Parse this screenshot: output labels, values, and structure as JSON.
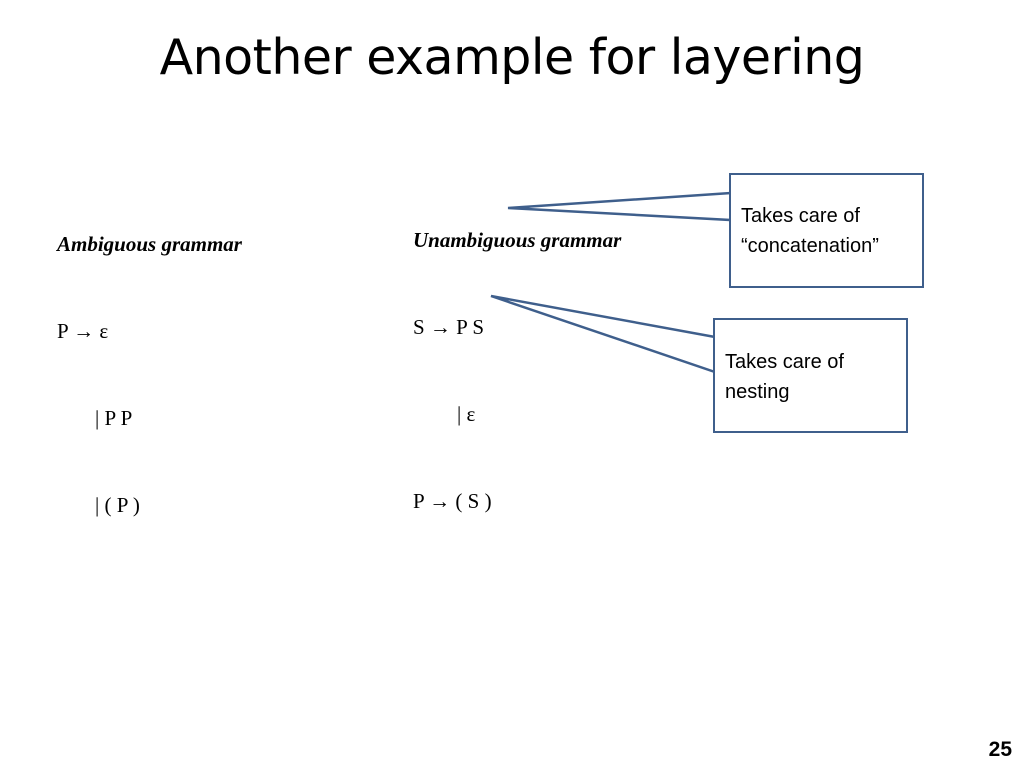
{
  "slide": {
    "title": "Another example for layering",
    "page_number": "25"
  },
  "ambiguous": {
    "heading": "Ambiguous grammar",
    "lines": [
      "P → ε",
      "| P P",
      "| ( P )"
    ]
  },
  "unambiguous": {
    "heading": "Unambiguous grammar",
    "lines": [
      "S → P S",
      "| ε",
      "P → ( S )"
    ]
  },
  "callouts": {
    "concatenation": {
      "line1": "Takes care of",
      "line2": "“concatenation”"
    },
    "nesting": {
      "line1": "Takes care of",
      "line2": "nesting"
    }
  },
  "colors": {
    "callout_border": "#3f5f8c"
  }
}
